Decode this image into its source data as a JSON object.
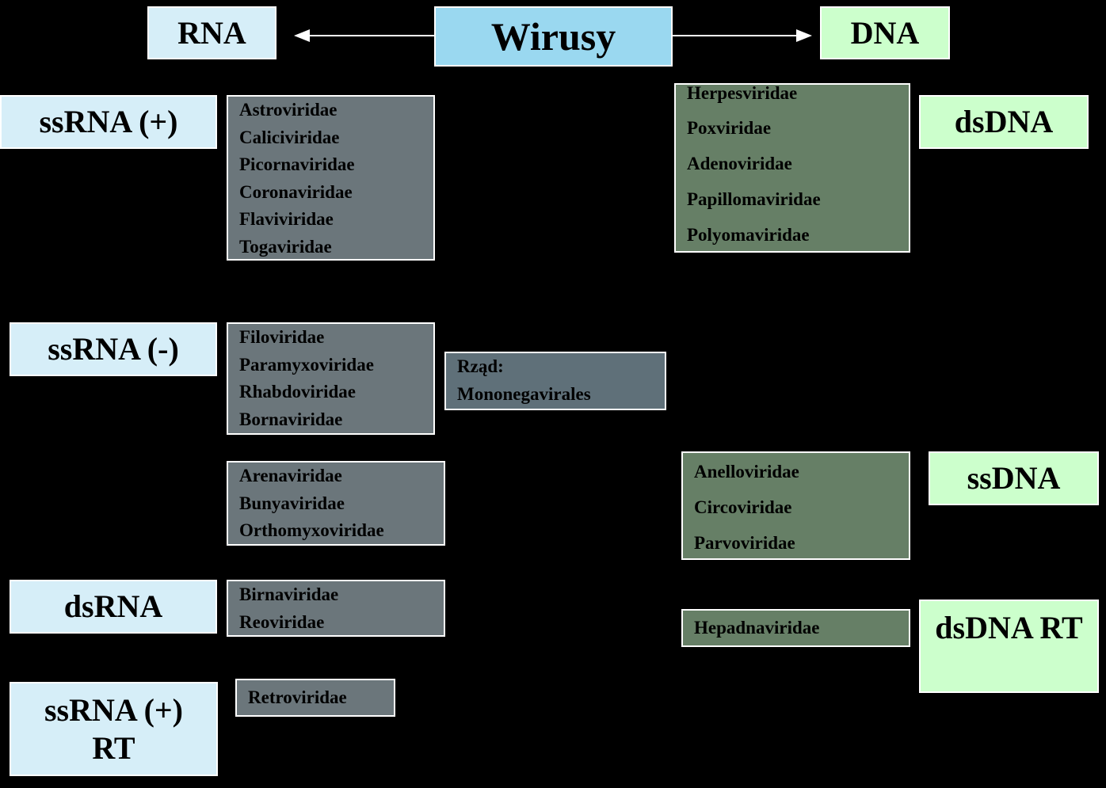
{
  "root": {
    "label": "Wirusy"
  },
  "rna": {
    "label": "RNA",
    "groups": [
      {
        "label": "ssRNA (+)",
        "families": [
          "Astroviridae",
          "Caliciviridae",
          "Picornaviridae",
          "Coronaviridae",
          "Flaviviridae",
          "Togaviridae"
        ]
      },
      {
        "label": "ssRNA (-)",
        "families": [
          "Filoviridae",
          "Paramyxoviridae",
          "Rhabdoviridae",
          "Bornaviridae"
        ],
        "order_lines": [
          "Rząd:",
          "Mononegavirales"
        ],
        "families_2": [
          "Arenaviridae",
          "Bunyaviridae",
          "Orthomyxoviridae"
        ]
      },
      {
        "label": "dsRNA",
        "families": [
          "Birnaviridae",
          "Reoviridae"
        ]
      },
      {
        "label_lines": [
          "ssRNA (+)",
          "RT"
        ],
        "families": [
          "Retroviridae"
        ]
      }
    ]
  },
  "dna": {
    "label": "DNA",
    "groups": [
      {
        "label": "dsDNA",
        "families": [
          "Herpesviridae",
          "Poxviridae",
          "Adenoviridae",
          "Papillomaviridae",
          "Polyomaviridae"
        ]
      },
      {
        "label": "ssDNA",
        "families": [
          "Anelloviridae",
          "Circoviridae",
          "Parvoviridae"
        ]
      },
      {
        "label": "dsDNA RT",
        "families": [
          "Hepadnaviridae"
        ]
      }
    ]
  },
  "colors": {
    "background": "#000000",
    "root_fill": "#9ad8f0",
    "rna_header_fill": "#d6eef8",
    "dna_header_fill": "#ccffcc",
    "rna_family_fill": "#6b767b",
    "dna_family_fill": "#667f66"
  }
}
